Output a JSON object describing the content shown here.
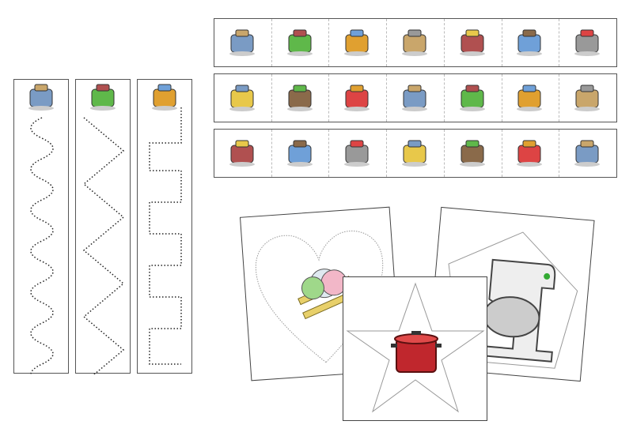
{
  "tracing_strips": [
    {
      "icon": "pasta-maker-icon",
      "path": "wave"
    },
    {
      "icon": "waffle-iron-icon",
      "path": "zigzag"
    },
    {
      "icon": "toaster-oven-icon",
      "path": "square-wave"
    }
  ],
  "picture_strips": [
    [
      "grater-icon",
      "mixing-bowl-icon",
      "dish-rack-icon",
      "bread-machine-icon",
      "electric-skillet-icon",
      "food-processor-icon",
      "utensil-rack-icon"
    ],
    [
      "hand-mixer-icon",
      "juicer-icon",
      "kettle-icon",
      "waffle-iron-icon",
      "spice-rack-icon",
      "pepper-mill-icon",
      "knife-board-icon"
    ],
    [
      "pasta-maker-icon",
      "kitchen-timer-icon",
      "canisters-icon",
      "baking-dish-icon",
      "cleaver-icon",
      "trash-can-icon",
      "toaster-icon"
    ]
  ],
  "shape_cards": [
    {
      "shape": "heart",
      "icon": "dish-rack-icon"
    },
    {
      "shape": "pentagon",
      "icon": "stand-mixer-icon"
    },
    {
      "shape": "star",
      "icon": "stock-pot-icon"
    }
  ],
  "colors": {
    "outline": "#555555",
    "dotted": "#222222",
    "pot": "#c0272d"
  }
}
